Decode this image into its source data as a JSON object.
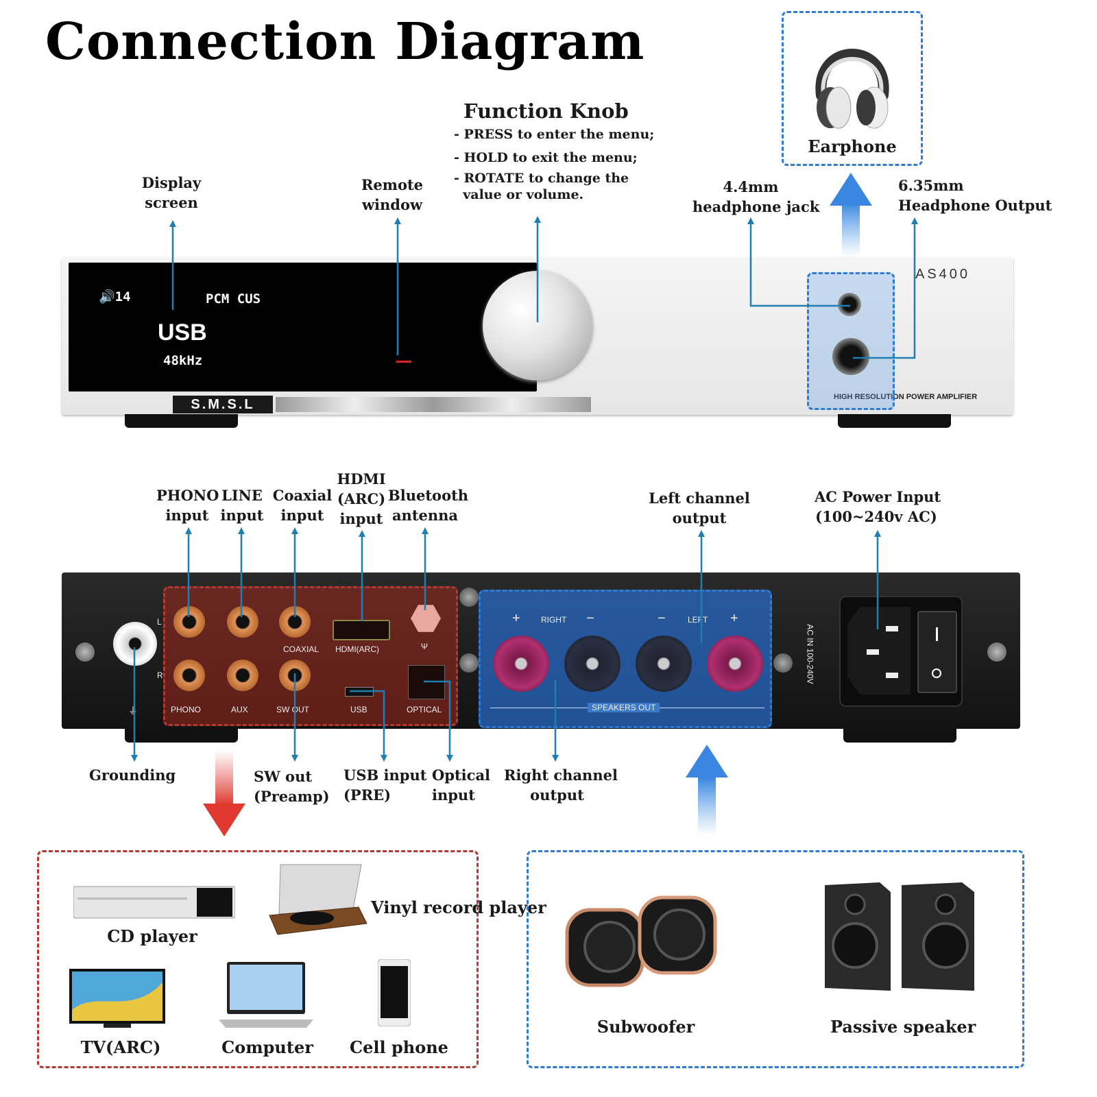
{
  "title": "Connection Diagram",
  "front": {
    "display": {
      "volume": "14",
      "format": "PCM CUS",
      "source": "USB",
      "rate": "48kHz"
    },
    "brand": "S.M.S.L",
    "model": "AS400",
    "subtitle": "HIGH RESOLUTION POWER AMPLIFIER"
  },
  "labels": {
    "display_screen": [
      "Display",
      "screen"
    ],
    "remote_window": [
      "Remote",
      "window"
    ],
    "function_knob": {
      "title": "Function Knob",
      "lines": [
        "- PRESS to enter the menu;",
        "- HOLD to exit the menu;",
        "- ROTATE to change the",
        "  value or volume."
      ]
    },
    "jack_44": [
      "4.4mm",
      "headphone jack"
    ],
    "output_635": [
      "6.35mm",
      "Headphone Output"
    ],
    "earphone": "Earphone",
    "phono": [
      "PHONO",
      "input"
    ],
    "line": [
      "LINE",
      "input"
    ],
    "coaxial": [
      "Coaxial",
      "input"
    ],
    "hdmi": [
      "HDMI",
      "(ARC)",
      "input"
    ],
    "bluetooth": [
      "Bluetooth",
      "antenna"
    ],
    "left_channel": [
      "Left channel",
      "output"
    ],
    "ac_power": [
      "AC Power Input",
      "(100~240v AC)"
    ],
    "grounding": "Grounding",
    "sw_out": [
      "SW out",
      "(Preamp)"
    ],
    "usb_input": [
      "USB input",
      "(PRE)"
    ],
    "optical": [
      "Optical",
      "input"
    ],
    "right_channel": [
      "Right channel",
      "output"
    ]
  },
  "rear_panel": {
    "L": "L",
    "R": "R",
    "phono": "PHONO",
    "aux": "AUX",
    "coaxial": "COAXIAL",
    "sw_out": "SW OUT",
    "hdmi_arc": "HDMI(ARC)",
    "usb": "USB",
    "optical": "OPTICAL",
    "right": "RIGHT",
    "left": "LEFT",
    "plus": "+",
    "minus": "−",
    "speakers_out": "SPEAKERS OUT",
    "ac_in": "AC IN 100-240V"
  },
  "sources": [
    "CD player",
    "Vinyl record player",
    "TV(ARC)",
    "Computer",
    "Cell phone"
  ],
  "outputs": [
    "Subwoofer",
    "Passive speaker"
  ],
  "colors": {
    "blue": "#2f7bd0",
    "red": "#b23a35",
    "line": "#1f7fb0",
    "copper": "#c9773a"
  }
}
